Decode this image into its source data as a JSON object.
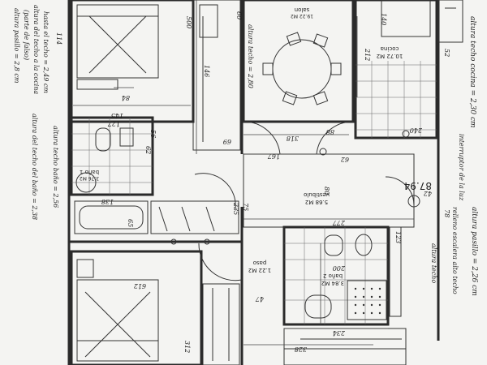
{
  "handwritten_notes": {
    "left_margin_a": "altura pasillo = 2,8 cm",
    "left_margin_b": "(parte de falso)",
    "left_margin_c": "altura del techo a la cocina",
    "left_margin_d": "hasta el techo = 2,49 cm",
    "left_lower_a": "altura del techo del baño = 2,38",
    "left_lower_b": "altura techo baño = 2,56",
    "right_margin_a": "altura techo cocina = 2,30 cm",
    "right_margin_b": "interruptor de la luz",
    "right_margin_c": "altura pasillo = 2,26 cm",
    "right_margin_d": "relleno escalera alto techo",
    "right_margin_e": "altura techo",
    "salon_note": "altura techo = 2,80"
  },
  "rooms": [
    {
      "name": "salon",
      "area": "19.22 M2"
    },
    {
      "name": "cocina",
      "area": "10.72 M2"
    },
    {
      "name": "baño 1",
      "area": "3.76 M2"
    },
    {
      "name": "vestibulo",
      "area": "5.68 M2"
    },
    {
      "name": "paso",
      "area": "1.22 M2"
    },
    {
      "name": "baño 2",
      "area": "3.84 M2"
    }
  ],
  "total_area": "87.94",
  "measurements": {
    "m_114": "114",
    "m_500": "500",
    "m_60": "60",
    "m_84": "84",
    "m_145": "145",
    "m_146": "146",
    "m_127": "127",
    "m_62a": "62",
    "m_56": "56",
    "m_52": "52",
    "m_240": "240",
    "m_212": "212",
    "m_318": "318",
    "m_88": "88",
    "m_69": "69",
    "m_167": "167",
    "m_62b": "62",
    "m_80": "80",
    "m_75": "75",
    "m_235": "235",
    "m_277": "277",
    "m_42": "42",
    "m_78": "78",
    "m_123": "123",
    "m_200": "200",
    "m_234": "234",
    "m_328": "328",
    "m_312": "312",
    "m_47": "47",
    "m_612": "612",
    "m_65": "65",
    "m_138": "138",
    "m_140": "140"
  }
}
